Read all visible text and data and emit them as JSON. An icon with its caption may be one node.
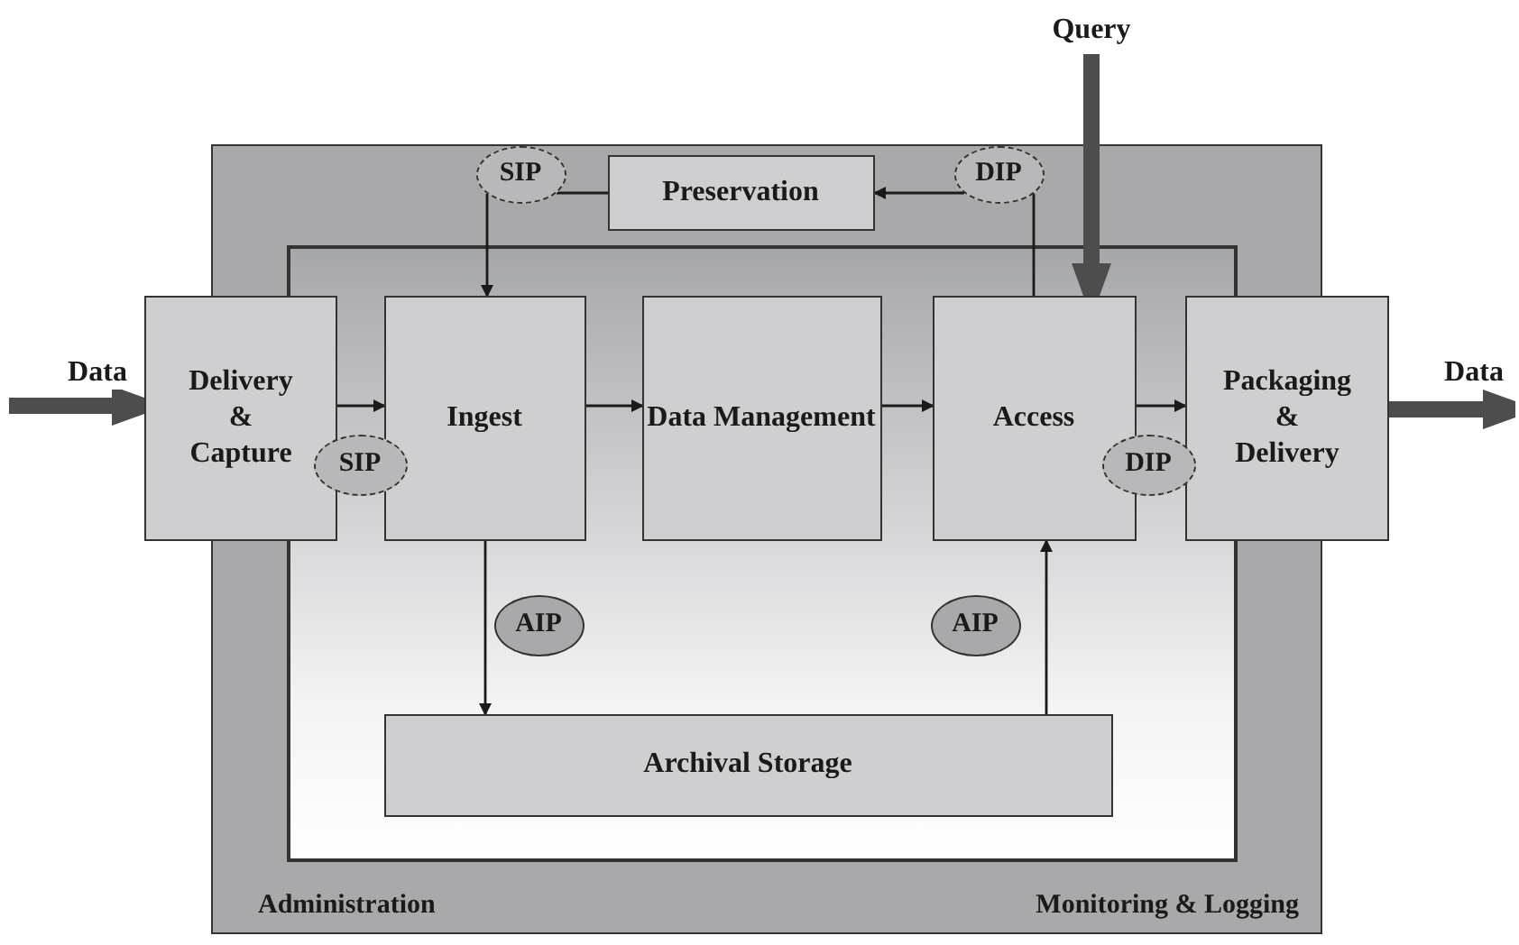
{
  "diagram": {
    "nodes": [
      {
        "text": [
          "Administration",
          "Monitoring & Logging"
        ]
      },
      {
        "text": [
          "SIP"
        ],
        "in": 0
      },
      {
        "text": [
          "Preservation"
        ],
        "in": 0
      },
      {
        "text": [
          "DIP"
        ],
        "in": 0
      },
      {
        "text": [
          "Delivery & Capture"
        ]
      },
      {
        "text": [
          "Ingest"
        ],
        "in": 0
      },
      {
        "text": [
          "Data Management"
        ],
        "in": 0
      },
      {
        "text": [
          "Access"
        ],
        "in": 0
      },
      {
        "text": [
          "Packaging & Delivery"
        ]
      },
      {
        "text": [
          "SIP"
        ],
        "in": 0
      },
      {
        "text": [
          "DIP"
        ],
        "in": 0
      },
      {
        "text": [
          "AIP"
        ],
        "in": 0
      },
      {
        "text": [
          "AIP"
        ],
        "in": 0
      },
      {
        "text": [
          "Archival Storage"
        ],
        "in": 0
      }
    ],
    "edges": [
      {
        "from": null,
        "to": 4,
        "arrow": "to",
        "label": "Data",
        "style": "thick",
        "color": "#4d4d4d"
      },
      {
        "from": 4,
        "to": 5,
        "arrow": "to"
      },
      {
        "from": 5,
        "to": 6,
        "arrow": "to"
      },
      {
        "from": 6,
        "to": 7,
        "arrow": "to"
      },
      {
        "from": 7,
        "to": 8,
        "arrow": "to"
      },
      {
        "from": 8,
        "to": null,
        "arrow": "to",
        "label": "Data",
        "style": "thick",
        "color": "#4d4d4d"
      },
      {
        "from": null,
        "to": 7,
        "arrow": "to",
        "label": "Query",
        "style": "thick",
        "color": "#4d4d4d"
      },
      {
        "from": 2,
        "to": 1,
        "arrow": "none"
      },
      {
        "from": 1,
        "to": 5,
        "arrow": "to"
      },
      {
        "from": 7,
        "to": 3,
        "arrow": "none"
      },
      {
        "from": 3,
        "to": 2,
        "arrow": "to"
      },
      {
        "from": 5,
        "to": 13,
        "arrow": "to"
      },
      {
        "from": 13,
        "to": 7,
        "arrow": "to"
      }
    ]
  }
}
